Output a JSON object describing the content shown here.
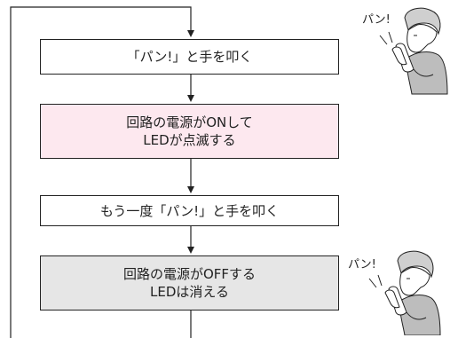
{
  "colors": {
    "line": "#222222",
    "step_plain_fill": "#ffffff",
    "step_on_fill": "#fde8ef",
    "step_off_fill": "#e6e6e6"
  },
  "steps": [
    {
      "lines": [
        "「パン!」と手を叩く"
      ]
    },
    {
      "lines": [
        "回路の電源がONして",
        "LEDが点滅する"
      ]
    },
    {
      "lines": [
        "もう一度「パン!」と手を叩く"
      ]
    },
    {
      "lines": [
        "回路の電源がOFFする",
        "LEDは消える"
      ]
    }
  ],
  "figures": [
    {
      "sound": "パン!",
      "icon": "clapping-person-icon"
    },
    {
      "sound": "パン!",
      "icon": "clapping-person-icon"
    }
  ]
}
